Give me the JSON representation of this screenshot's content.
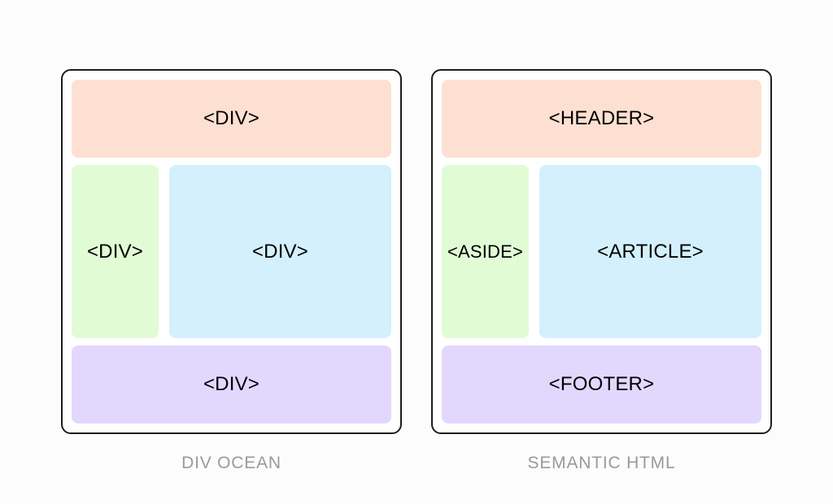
{
  "page": {
    "background_color": "#fcfcfc",
    "text_color": "#000000",
    "caption_color": "#9a9a9a",
    "border_color": "#1d1d1d"
  },
  "colors": {
    "header_fill": "#fee0d2",
    "aside_fill": "#e1fbd5",
    "article_fill": "#d4f0fc",
    "footer_fill": "#e2d8fd"
  },
  "panels": [
    {
      "id": "div-ocean",
      "caption": "DIV OCEAN",
      "blocks": {
        "header": "<DIV>",
        "side": "<DIV>",
        "main": "<DIV>",
        "footer": "<DIV>"
      }
    },
    {
      "id": "semantic-html",
      "caption": "SEMANTIC HTML",
      "blocks": {
        "header": "<HEADER>",
        "side": "<ASIDE>",
        "main": "<ARTICLE>",
        "footer": "<FOOTER>"
      }
    }
  ]
}
